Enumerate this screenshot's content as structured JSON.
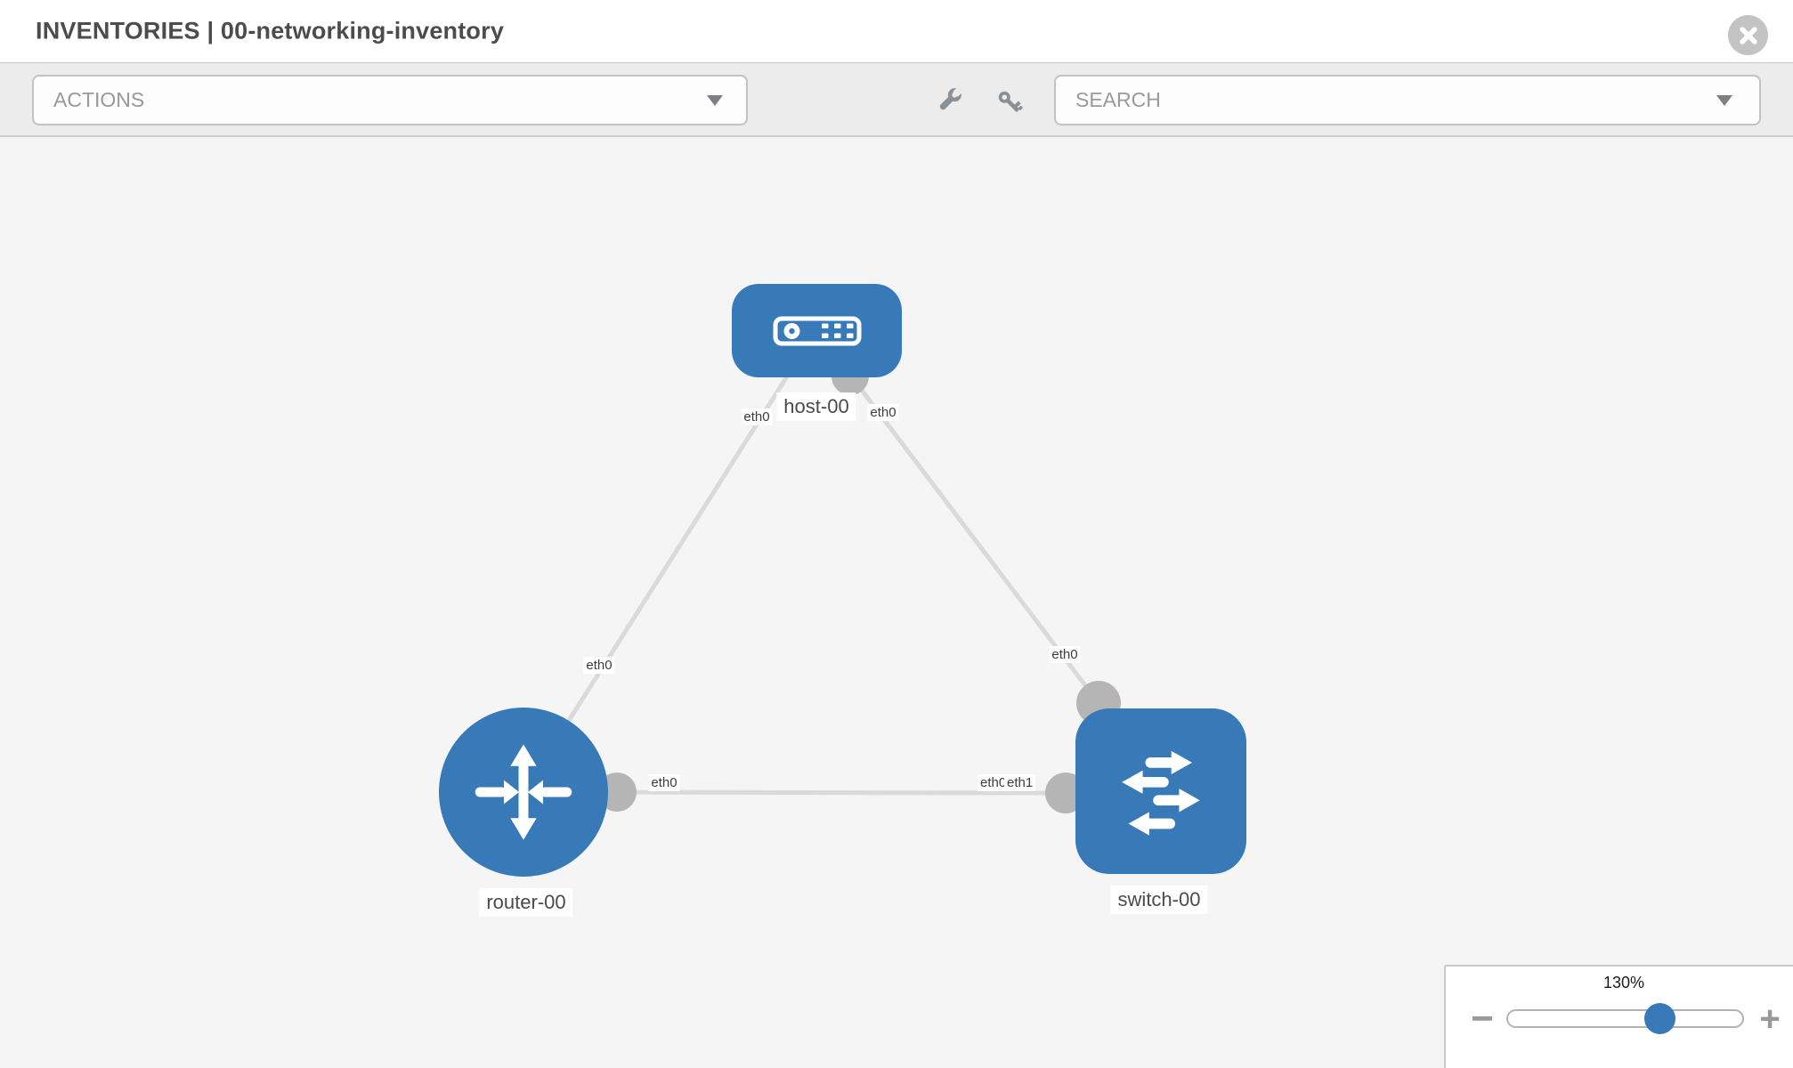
{
  "header": {
    "title": "INVENTORIES | 00-networking-inventory"
  },
  "toolbar": {
    "actions_label": "ACTIONS",
    "search_placeholder": "SEARCH"
  },
  "graph": {
    "nodes": [
      {
        "label": "host-00",
        "type": "host"
      },
      {
        "label": "router-00",
        "type": "router"
      },
      {
        "label": "switch-00",
        "type": "switch"
      }
    ],
    "links": [
      {
        "from": "host-00",
        "from_port": "eth0",
        "to": "router-00",
        "to_port": "eth0"
      },
      {
        "from": "host-00",
        "from_port": "eth0",
        "to": "switch-00",
        "to_port": "eth0"
      },
      {
        "from": "router-00",
        "from_port": "eth0",
        "to": "switch-00",
        "to_port": "eth1"
      }
    ]
  },
  "zoom_panel": {
    "level": "130%",
    "minus_label": "−",
    "plus_label": "+"
  },
  "icons": {
    "close": "x-circle-icon",
    "tools": "wrench-icon",
    "credentials": "key-icon",
    "host": "server-icon",
    "router": "route-arrows-icon",
    "switch": "switch-arrows-icon"
  },
  "colors": {
    "node_blue": "#377ab7",
    "edge_gray": "#dadada",
    "connector_gray": "#b5b5b5",
    "toolbar_bg": "#ececec"
  }
}
